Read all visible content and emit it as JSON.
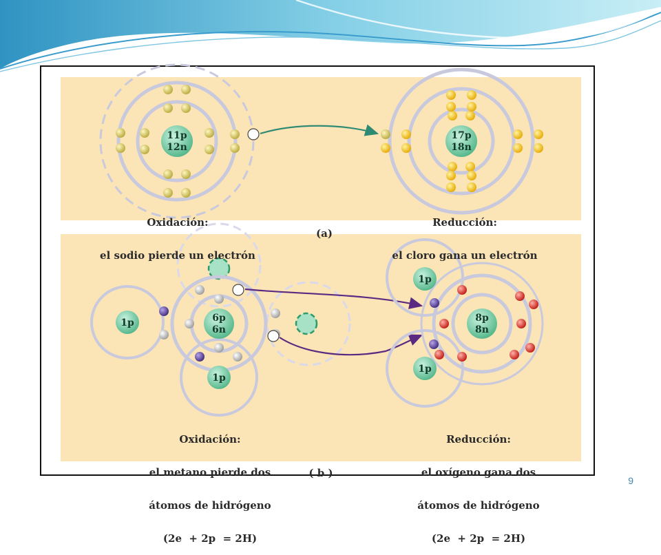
{
  "panel_a": {
    "sodium_nucleus": [
      "11p",
      "12n"
    ],
    "chlorine_nucleus": [
      "17p",
      "18n"
    ],
    "left_caption": [
      "Oxidación:",
      "el sodio pierde un electrón"
    ],
    "center_caption": "(a)",
    "right_caption": [
      "Reducción:",
      "el cloro gana un electrón"
    ]
  },
  "panel_b": {
    "carbon_nucleus": [
      "6p",
      "6n"
    ],
    "hydrogen_nucleus_label": "1p",
    "oxygen_nucleus": [
      "8p",
      "8n"
    ],
    "left_caption": [
      "Oxidación:",
      "el metano pierde dos",
      "átomos de hidrógeno",
      "(2e  + 2p  = 2H)"
    ],
    "center_caption": "( b )",
    "right_caption": [
      "Reducción:",
      "el oxígeno gana dos",
      "átomos de hidrógeno",
      "(2e  + 2p  = 2H)"
    ]
  },
  "slide": {
    "page_number": "9"
  },
  "colors": {
    "panel_bg": "#fbe4b6",
    "nucleus": "#5cc39a",
    "electron_sodium": "#cfc45a",
    "electron_chlorine": "#f3c21a",
    "electron_hydrogen": "#5a3fa0",
    "electron_carbon": "#bdbdbd",
    "electron_oxygen": "#e0302a",
    "arrow_a": "#2e8a74",
    "arrow_b": "#5a2a82",
    "header_wave": "#9fd6ea"
  }
}
